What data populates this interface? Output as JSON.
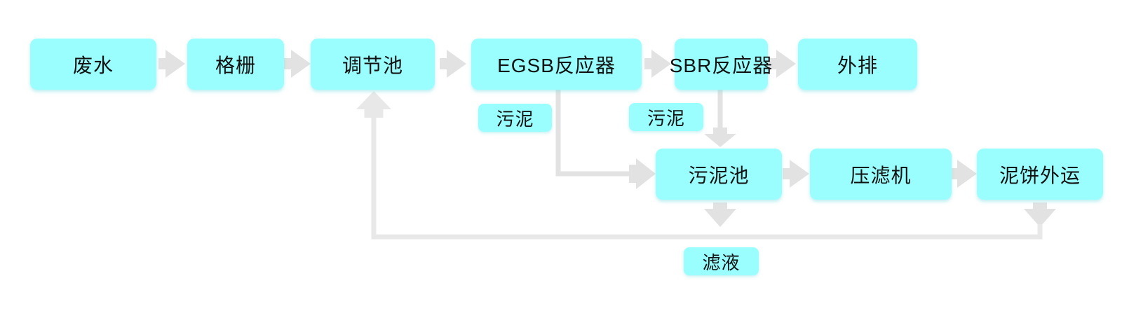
{
  "nodes": {
    "wastewater": {
      "label": "废水"
    },
    "screen": {
      "label": "格栅"
    },
    "regulating_tank": {
      "label": "调节池"
    },
    "egsb_reactor": {
      "label": "EGSB反应器"
    },
    "sbr_reactor": {
      "label": "SBR反应器"
    },
    "discharge": {
      "label": "外排"
    },
    "sludge_tank": {
      "label": "污泥池"
    },
    "filter_press": {
      "label": "压滤机"
    },
    "mud_cake_out": {
      "label": "泥饼外运"
    }
  },
  "tags": {
    "sludge_egsb": {
      "label": "污泥"
    },
    "sludge_sbr": {
      "label": "污泥"
    },
    "filtrate": {
      "label": "滤液"
    }
  },
  "edges": [
    {
      "from": "废水",
      "to": "格栅"
    },
    {
      "from": "格栅",
      "to": "调节池"
    },
    {
      "from": "调节池",
      "to": "EGSB反应器"
    },
    {
      "from": "EGSB反应器",
      "to": "SBR反应器"
    },
    {
      "from": "SBR反应器",
      "to": "外排"
    },
    {
      "from": "EGSB反应器",
      "to": "污泥池",
      "label": "污泥"
    },
    {
      "from": "SBR反应器",
      "to": "污泥池",
      "label": "污泥"
    },
    {
      "from": "污泥池",
      "to": "压滤机"
    },
    {
      "from": "压滤机",
      "to": "泥饼外运"
    },
    {
      "from": "污泥池",
      "to": "调节池",
      "label": "滤液"
    },
    {
      "from": "泥饼外运",
      "to": "调节池",
      "label": "滤液"
    }
  ],
  "colors": {
    "bg": "#ffffff",
    "node_fill": "#9afeff",
    "arrow": "#e2e2e2",
    "return_line": "#e8e8e8",
    "text": "#111111"
  }
}
